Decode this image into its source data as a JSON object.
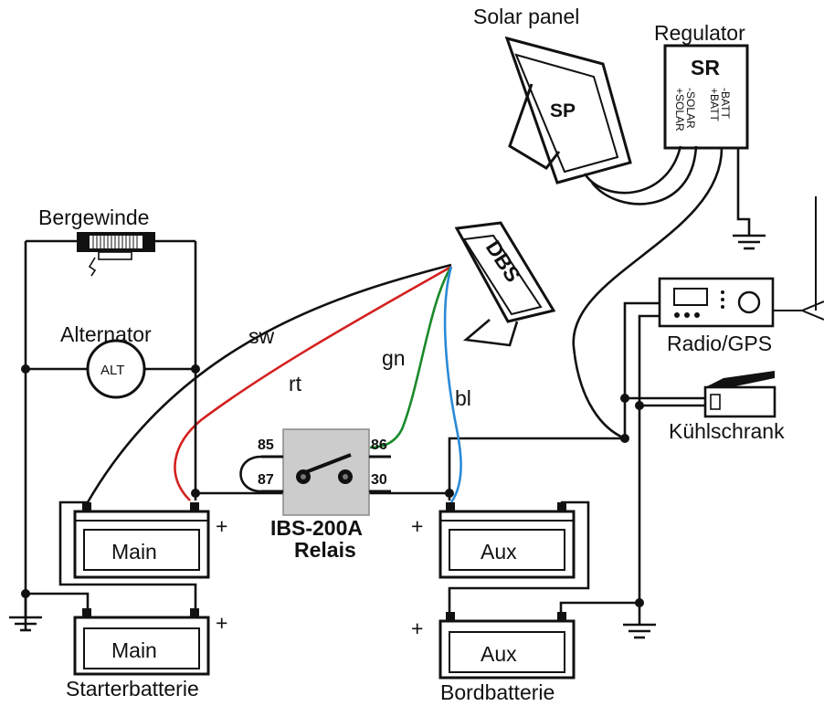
{
  "labels": {
    "solar_panel": "Solar panel",
    "regulator": "Regulator",
    "sp": "SP",
    "sr": "SR",
    "sr_terminals": [
      "+SOLAR",
      "-SOLAR",
      "+BATT",
      "-BATT"
    ],
    "bergewinde": "Bergewinde",
    "alternator": "Alternator",
    "alt": "ALT",
    "dbs": "DBS",
    "radio_gps": "Radio/GPS",
    "kuehlschrank": "Kühlschrank",
    "relay_name": "IBS-200A",
    "relay_sub": "Relais",
    "relay_pins": {
      "p85": "85",
      "p86": "86",
      "p87": "87",
      "p30": "30"
    },
    "wires": {
      "sw": "sw",
      "rt": "rt",
      "gn": "gn",
      "bl": "bl"
    },
    "main": "Main",
    "aux": "Aux",
    "plus": "+",
    "starterbatterie": "Starterbatterie",
    "bordbatterie": "Bordbatterie"
  },
  "colors": {
    "wire_black": "#111111",
    "wire_red": "#d42020",
    "wire_green": "#1a8a2a",
    "wire_blue": "#2a8ad8",
    "relay_fill": "#cccccc"
  }
}
